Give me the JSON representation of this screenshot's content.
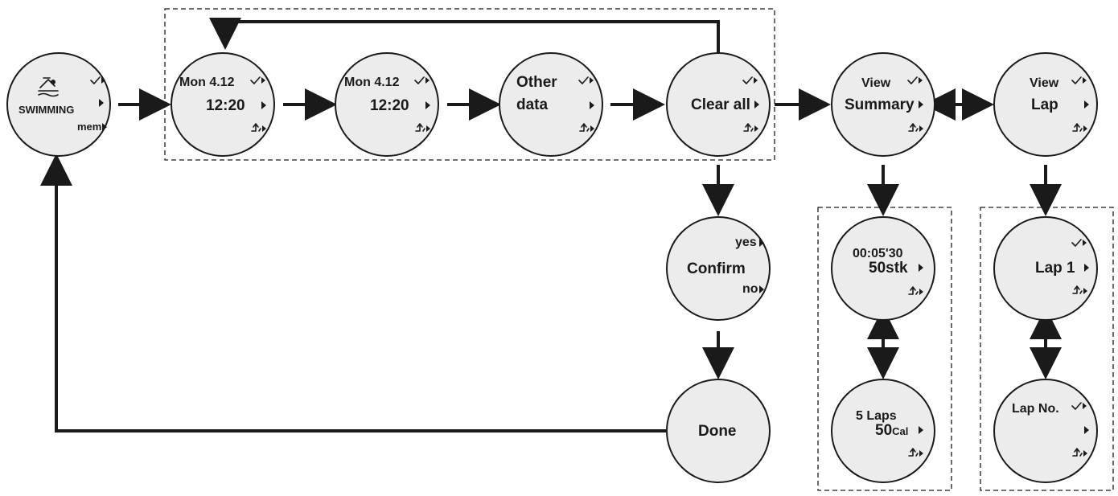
{
  "diagram": {
    "start": {
      "title": "SWIMMING",
      "side_label": "mem"
    },
    "memory_group": [
      {
        "line1": "Mon 4.12",
        "line2": "12:20"
      },
      {
        "line1": "Mon 4.12",
        "line2": "12:20"
      },
      {
        "line1": "Other",
        "line2": "data"
      },
      {
        "line1": "Clear all",
        "line2": ""
      }
    ],
    "view_summary": {
      "line1": "View",
      "line2": "Summary"
    },
    "view_lap": {
      "line1": "View",
      "line2": "Lap"
    },
    "confirm": {
      "label": "Confirm",
      "yes": "yes",
      "no": "no"
    },
    "done": {
      "label": "Done"
    },
    "summary_group": [
      {
        "line1": "00:05'30",
        "line2": "50stk"
      },
      {
        "line1": "5 Laps",
        "line2": "50",
        "line2_unit": "Cal"
      }
    ],
    "lap_group": [
      {
        "line1": "Lap 1"
      },
      {
        "line1": "Lap No."
      }
    ]
  }
}
